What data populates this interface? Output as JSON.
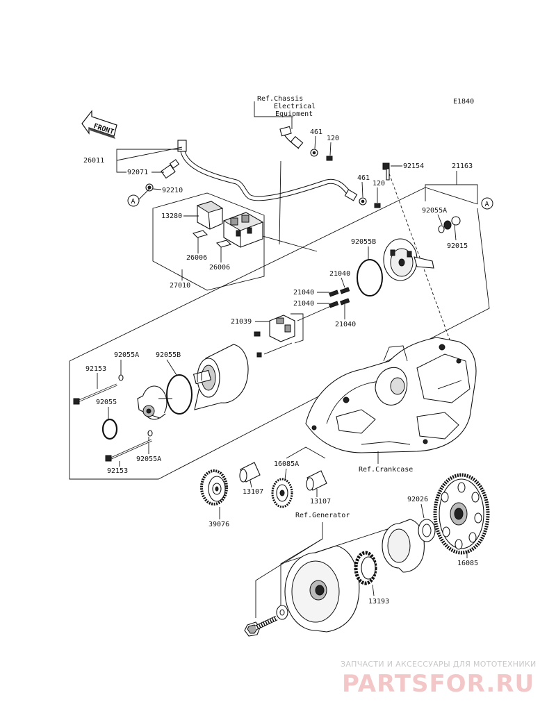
{
  "diagram_code": "E1840",
  "front_label": "FRONT",
  "refs": {
    "chassis": [
      "Ref.Chassis",
      "Electrical",
      "Equipment"
    ],
    "crankcase": "Ref.Crankcase",
    "generator": "Ref.Generator"
  },
  "marker": "A",
  "parts": {
    "p26011": "26011",
    "p92071": "92071",
    "p92210": "92210",
    "p461a": "461",
    "p120a": "120",
    "p461b": "461",
    "p120b": "120",
    "p92154": "92154",
    "p21163": "21163",
    "p92055A_top": "92055A",
    "p92015": "92015",
    "p13280": "13280",
    "p26006a": "26006",
    "p26006b": "26006",
    "p27010": "27010",
    "p92055B_top": "92055B",
    "p21040a": "21040",
    "p21040b": "21040",
    "p21040c": "21040",
    "p21040d": "21040",
    "p21039": "21039",
    "p92055A_l1": "92055A",
    "p92055B_l": "92055B",
    "p92153a": "92153",
    "p92055": "92055",
    "p92055A_l2": "92055A",
    "p92153b": "92153",
    "p13107a": "13107",
    "p16085A": "16085A",
    "p13107b": "13107",
    "p39076": "39076",
    "p92026": "92026",
    "p16085": "16085",
    "p13193": "13193"
  },
  "watermark": {
    "tagline": "ЗАПЧАСТИ И АКСЕССУАРЫ ДЛЯ МОТОТЕХНИКИ",
    "brand": "PARTSFOR.RU"
  }
}
